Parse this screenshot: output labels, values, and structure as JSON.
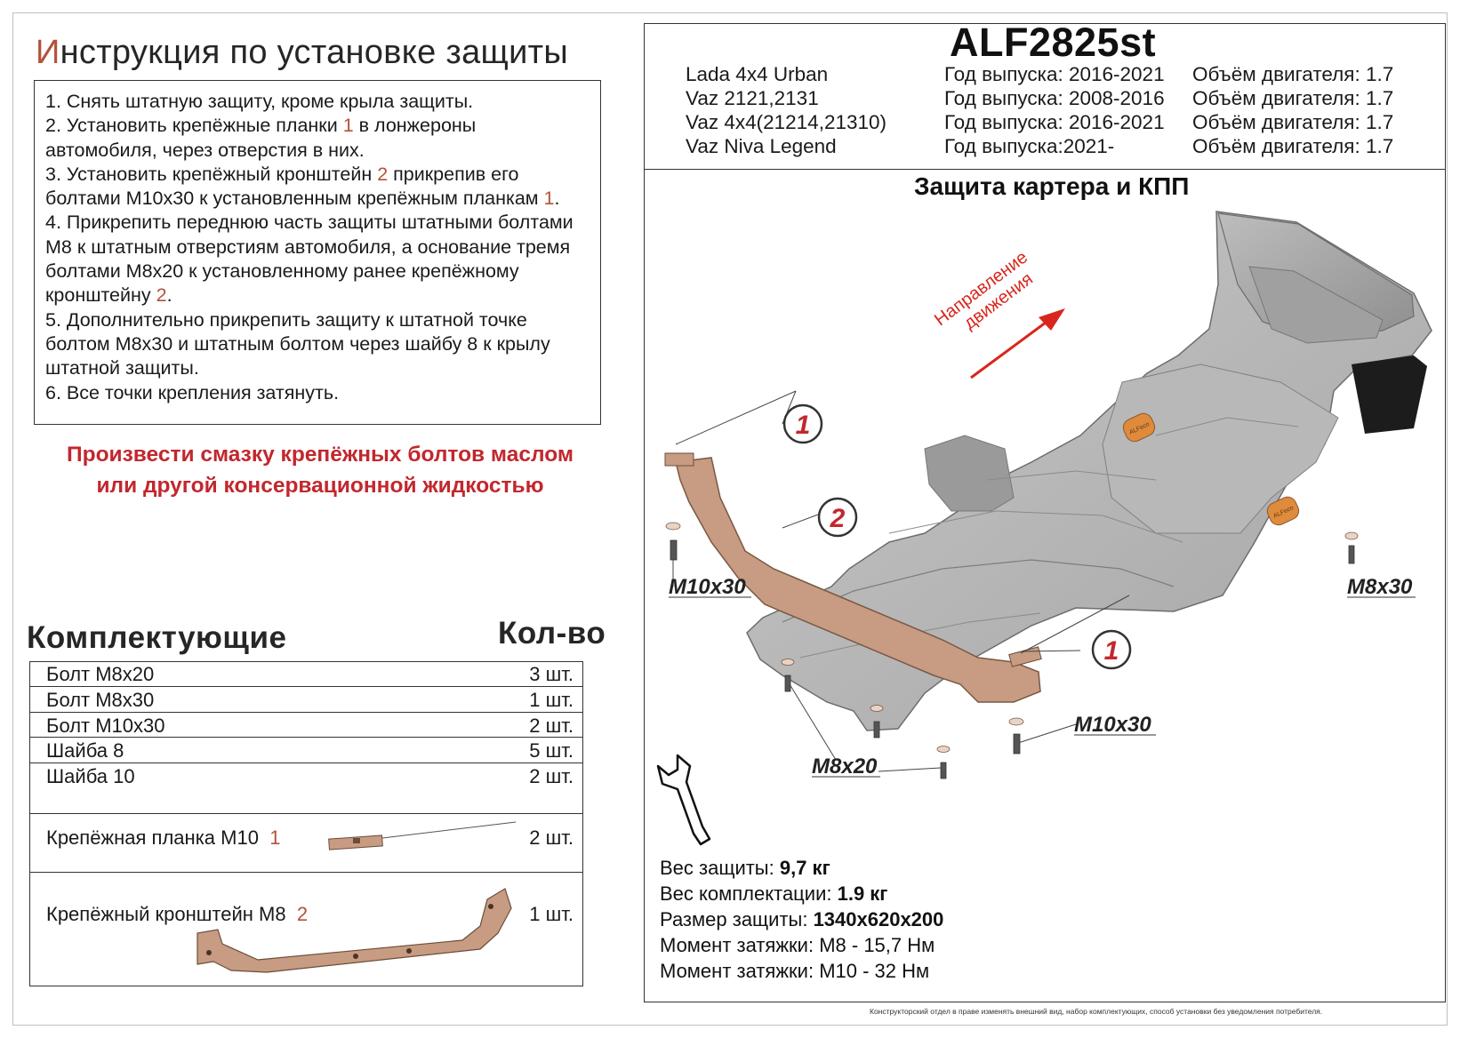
{
  "instructions": {
    "title_first": "И",
    "title_rest": "нструкция по установке защиты",
    "steps": [
      {
        "pre": "1.   Снять штатную защиту, кроме крыла защиты."
      },
      {
        "pre": "2.   Установить крепёжные планки ",
        "num": "1",
        "post": " в лонжероны автомобиля, через отверстия в них."
      },
      {
        "pre": "3. Установить крепёжный кронштейн ",
        "num": "2",
        "post": " прикрепив его болтами М10х30 к установленным крепёжным планкам ",
        "num2": "1",
        "post2": "."
      },
      {
        "pre": "4.   Прикрепить переднюю часть защиты штатными болтами М8 к штатным отверстиям автомобиля, а основание тремя болтами М8х20 к установленному ранее крепёжному кронштейну ",
        "num": "2",
        "post": "."
      },
      {
        "pre": "5.   Дополнительно прикрепить защиту к штатной точке болтом М8х30 и штатным болтом через шайбу 8 к крылу штатной защиты."
      },
      {
        "pre": "6. Все точки крепления затянуть."
      }
    ]
  },
  "warning": {
    "line1": "Произвести смазку крепёжных болтов маслом",
    "line2": "или другой консервационной жидкостью"
  },
  "kit": {
    "title": "Комплектующие",
    "qty_title": "Кол-во",
    "items": [
      {
        "name": "Болт М8х20",
        "qty": "3 шт."
      },
      {
        "name": "Болт М8х30",
        "qty": "1 шт."
      },
      {
        "name": "Болт М10х30",
        "qty": "2 шт."
      },
      {
        "name": "Шайба 8",
        "qty": "5 шт."
      },
      {
        "name": "Шайба 10",
        "qty": "2 шт."
      },
      {
        "name": "Крепёжная планка М10",
        "num": "1",
        "qty": "2 шт."
      },
      {
        "name": "Крепёжный кронштейн М8",
        "num": "2",
        "qty": "1 шт."
      }
    ]
  },
  "header": {
    "model_code": "ALF2825st",
    "vehicles": [
      {
        "model": "Lada 4x4 Urban",
        "years": "Год выпуска: 2016-2021",
        "engine": "Объём двигателя: 1.7"
      },
      {
        "model": "Vaz 2121,2131",
        "years": "Год выпуска: 2008-2016",
        "engine": "Объём двигателя: 1.7"
      },
      {
        "model": "Vaz 4x4(21214,21310)",
        "years": "Год выпуска: 2016-2021",
        "engine": "Объём двигателя: 1.7"
      },
      {
        "model": "Vaz Niva Legend",
        "years": "Год выпуска:2021-",
        "engine": "Объём двигателя: 1.7"
      }
    ]
  },
  "diagram": {
    "title": "Защита картера и КПП",
    "direction_line1": "Направление",
    "direction_line2": "движения",
    "callout_1": "1",
    "callout_2": "2",
    "callout_1b": "1",
    "label_m10_left": "M10x30",
    "label_m10_right": "M10x30",
    "label_m8x30": "M8x30",
    "label_m8x20": "M8x20",
    "stamp_text": "ALFeco"
  },
  "specs": {
    "weight_label": "Вес защиты: ",
    "weight_value": "9,7 кг",
    "kit_weight_label": "Вес комплектации: ",
    "kit_weight_value": "1.9 кг",
    "size_label": "Размер защиты: ",
    "size_value": "1340х620х200",
    "torque1_label": "Момент затяжки:  ",
    "torque1_value": "М8 - 15,7 Нм",
    "torque2_label": "Момент затяжки:  ",
    "torque2_value": "М10 - 32 Нм"
  },
  "disclaimer": "Конструкторский отдел в праве изменять внешний вид, набор комплектующих, способ установки без уведомления потребителя.",
  "colors": {
    "accent_red": "#c2272d",
    "number_brown": "#b2533a",
    "bracket_copper": "#c79c83",
    "plate_gray": "#b5b5b5",
    "stamp_orange": "#e08a3c"
  }
}
